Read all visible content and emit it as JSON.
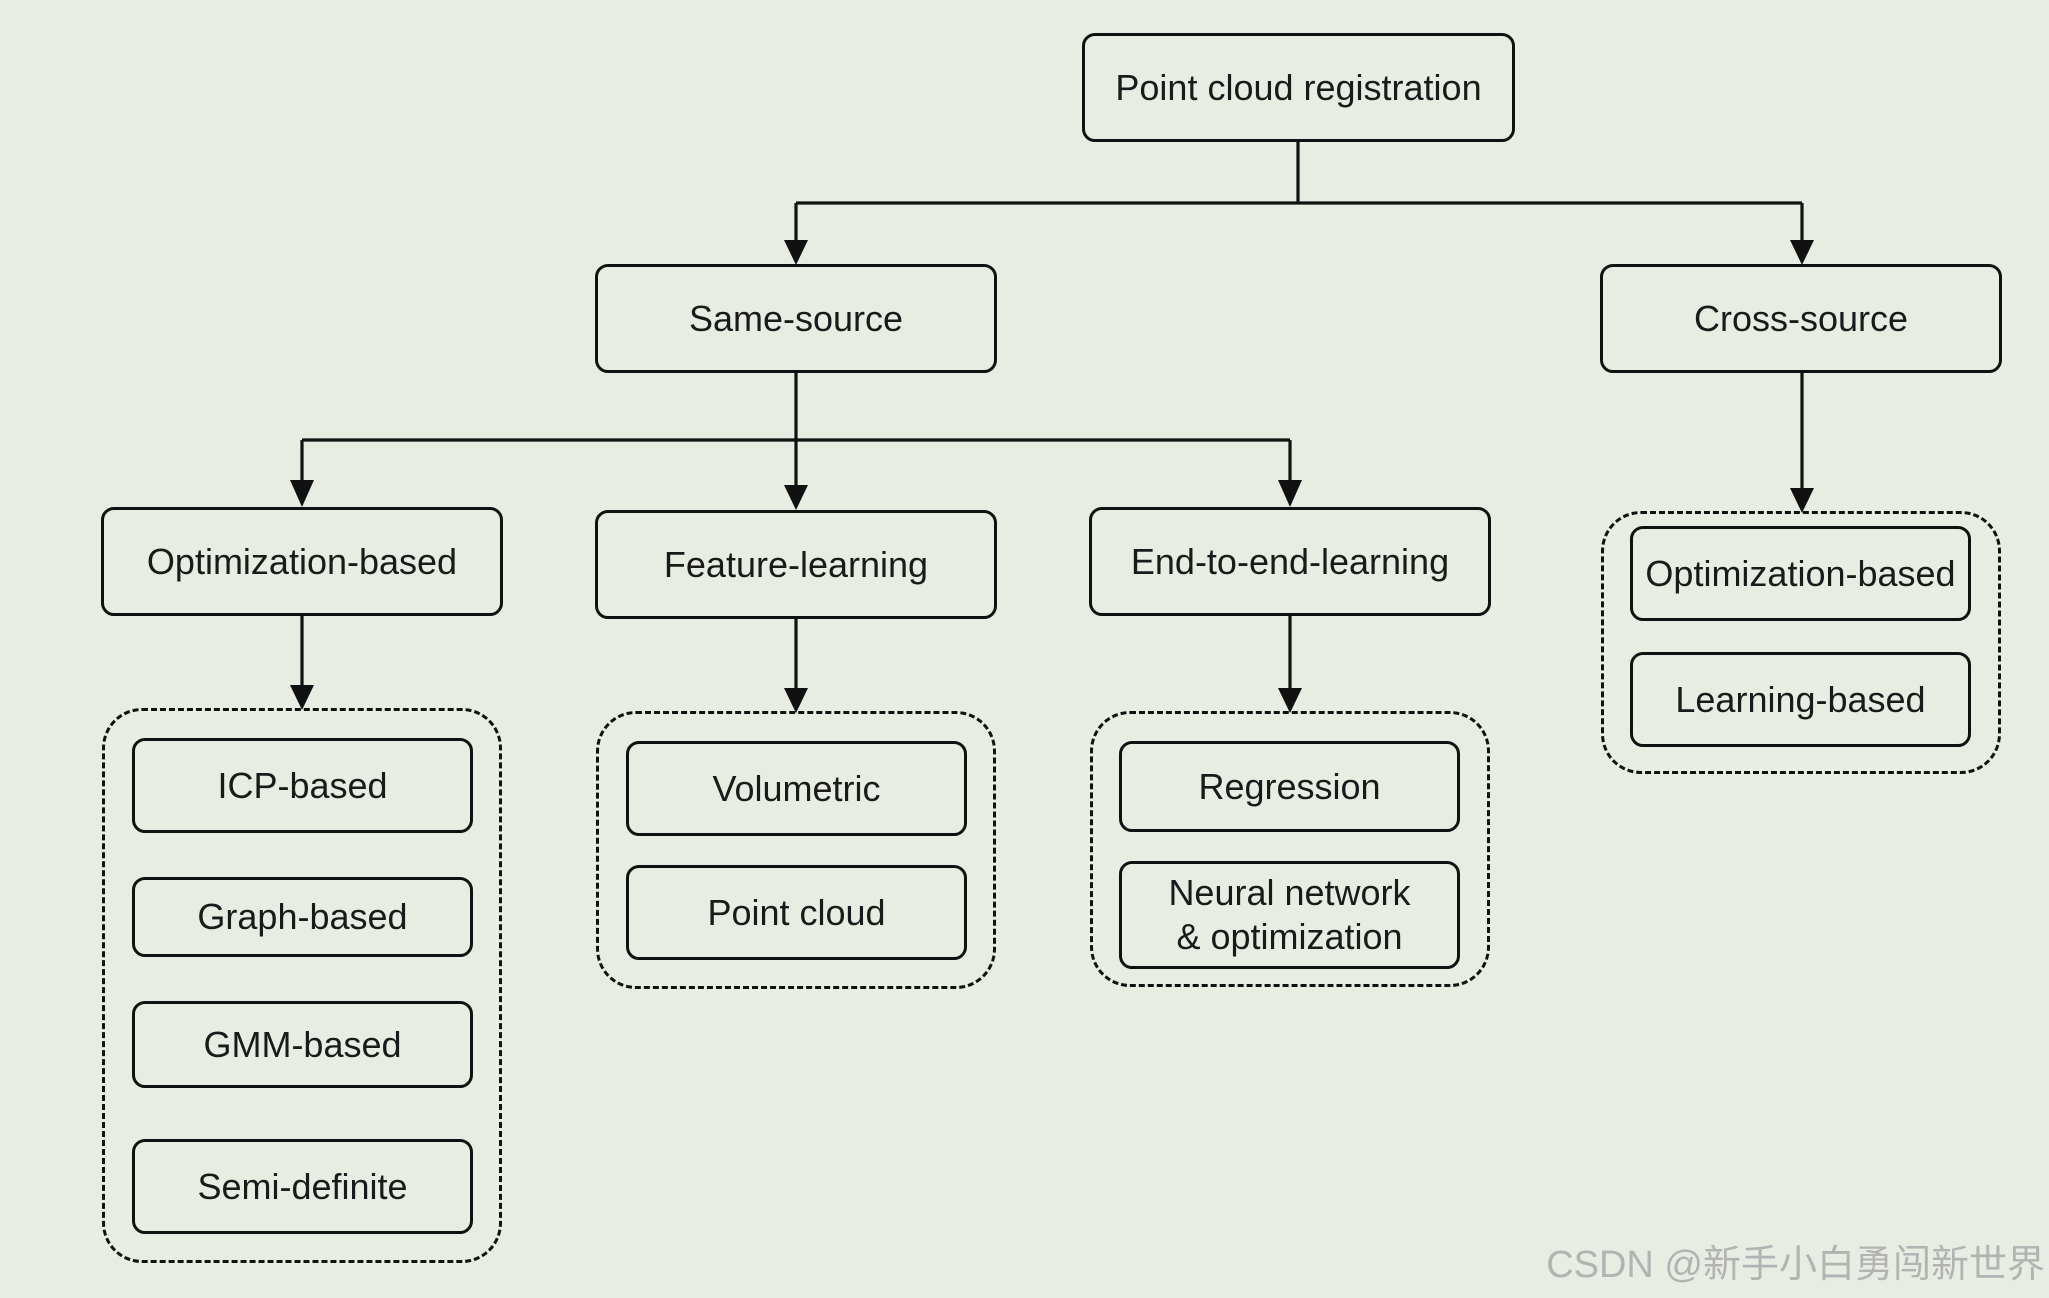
{
  "diagram": {
    "root": "Point cloud registration",
    "same_source": {
      "label": "Same-source",
      "optimization": {
        "label": "Optimization-based",
        "items": [
          "ICP-based",
          "Graph-based",
          "GMM-based",
          "Semi-definite"
        ]
      },
      "feature": {
        "label": "Feature-learning",
        "items": [
          "Volumetric",
          "Point cloud"
        ]
      },
      "end_to_end": {
        "label": "End-to-end-learning",
        "items": [
          "Regression",
          "Neural network & optimization"
        ]
      }
    },
    "cross_source": {
      "label": "Cross-source",
      "items": [
        "Optimization-based",
        "Learning-based"
      ]
    }
  },
  "watermark": "CSDN @新手小白勇闯新世界"
}
